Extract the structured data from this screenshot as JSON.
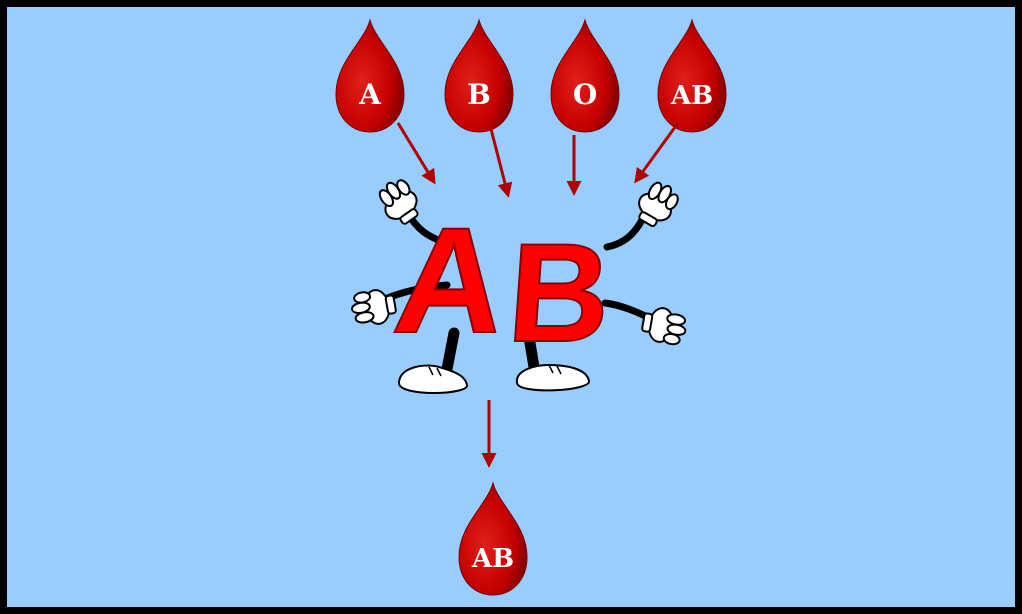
{
  "donor_drops": [
    {
      "label": "A"
    },
    {
      "label": "B"
    },
    {
      "label": "O"
    },
    {
      "label": "AB"
    }
  ],
  "mascot": {
    "letters": [
      "A",
      "B"
    ]
  },
  "result_drop": {
    "label": "AB"
  },
  "colors": {
    "background": "#99ccff",
    "border": "#000000",
    "drop": "#cc0000",
    "drop_dark": "#8b0000",
    "arrow": "#b00000",
    "mascot_letters": "#ff0000"
  }
}
